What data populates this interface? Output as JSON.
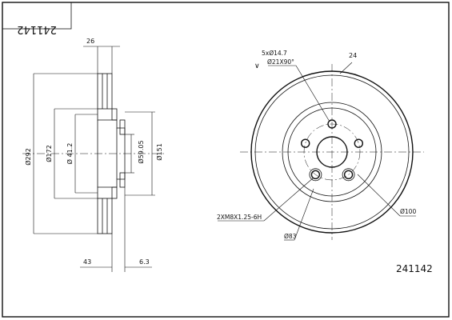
{
  "part_number": "241142",
  "title_block_number": "241142",
  "side_view": {
    "width_label": "26",
    "outer_diameter_label": "Ø292",
    "diameter_172_label": "Ø172",
    "diameter_41_2_label": "Ø 41.2",
    "center_bore_label": "Ø59.05",
    "hub_diameter_label": "Ø151",
    "offset_label": "43",
    "hat_thickness_label": "6.3"
  },
  "front_view": {
    "holes_label": "5xØ14.7",
    "chamfer_label": "Ø21X90°",
    "thickness_min_label": "24",
    "thread_label": "2XM8X1.25-6H",
    "pcd_label": "Ø100",
    "small_circle_label": "Ø83"
  }
}
